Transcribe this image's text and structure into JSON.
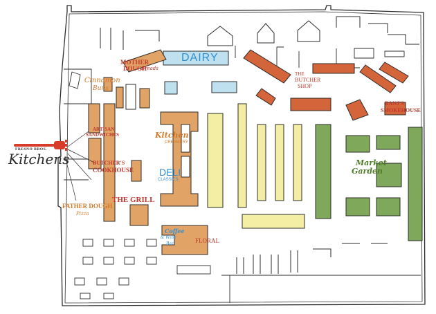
{
  "brand": {
    "small": "FRESNO BROS.",
    "name": "Kitchens",
    "icon": "fork-icon"
  },
  "colors": {
    "ink": "#2b2b2b",
    "produce": "#7fa85a",
    "butcher": "#d4643a",
    "kitchen": "#e2a366",
    "aisle": "#f3eea4",
    "dairy": "#bfe0ee",
    "counter": "#9a9a9a",
    "red_text": "#c0392b",
    "orange_text": "#d17a2a",
    "blue_text": "#2f8fd0",
    "green_text": "#4f7d2a"
  },
  "labels": {
    "mother_dough_1": "MOTHER",
    "mother_dough_2": "DOUGH",
    "mother_dough_3": "Breads",
    "cinnamon_1": "Cinnamon",
    "cinnamon_2": "Buns",
    "dairy": "DAIRY",
    "butcher_shop_1": "THE",
    "butcher_shop_2": "BUTCHER",
    "butcher_shop_3": "SHOP",
    "banjs_1": "BANJ'S",
    "banjs_2": "SMOKEHOUSE",
    "artisan_1": "ARTISAN",
    "artisan_2": "SANDWICHES",
    "kitchen_creamery_1": "Kitchen",
    "kitchen_creamery_2": "CREAMERY",
    "butchers_cookhouse_1": "BUTCHER'S",
    "butchers_cookhouse_2": "COOKHOUSE",
    "deli_1": "DELI",
    "deli_2": "CLASSICS",
    "market_garden_1": "Market",
    "market_garden_2": "Garden",
    "the_grill": "THE GRILL",
    "father_dough_1": "FATHER DOUGH",
    "father_dough_2": "Pizza",
    "coffee_1": "Coffee",
    "coffee_2": "& Wine",
    "coffee_3": "Bar",
    "floral": "FLORAL"
  }
}
